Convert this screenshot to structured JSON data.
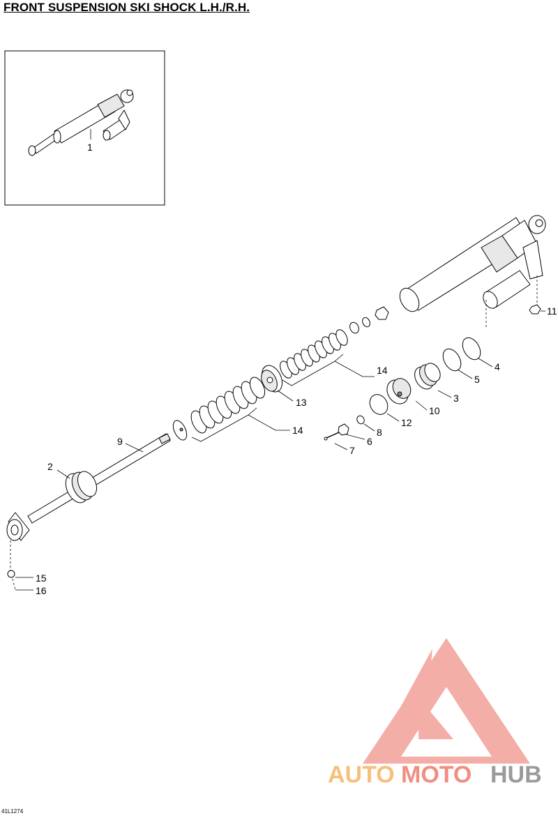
{
  "title": "FRONT SUSPENSION SKI SHOCK L.H./R.H.",
  "figure_ref": "41L1274",
  "callouts": [
    "1",
    "2",
    "3",
    "4",
    "5",
    "6",
    "7",
    "8",
    "9",
    "10",
    "11",
    "12",
    "13",
    "14",
    "14",
    "15",
    "16"
  ],
  "watermark": {
    "part1": "AUTO",
    "part2": "MOTO",
    "part3": "HUB",
    "colors": {
      "triangle": "#f2a098",
      "auto": "#f6c07a",
      "moto": "#f08e82",
      "hub": "#9a9a9a"
    }
  }
}
